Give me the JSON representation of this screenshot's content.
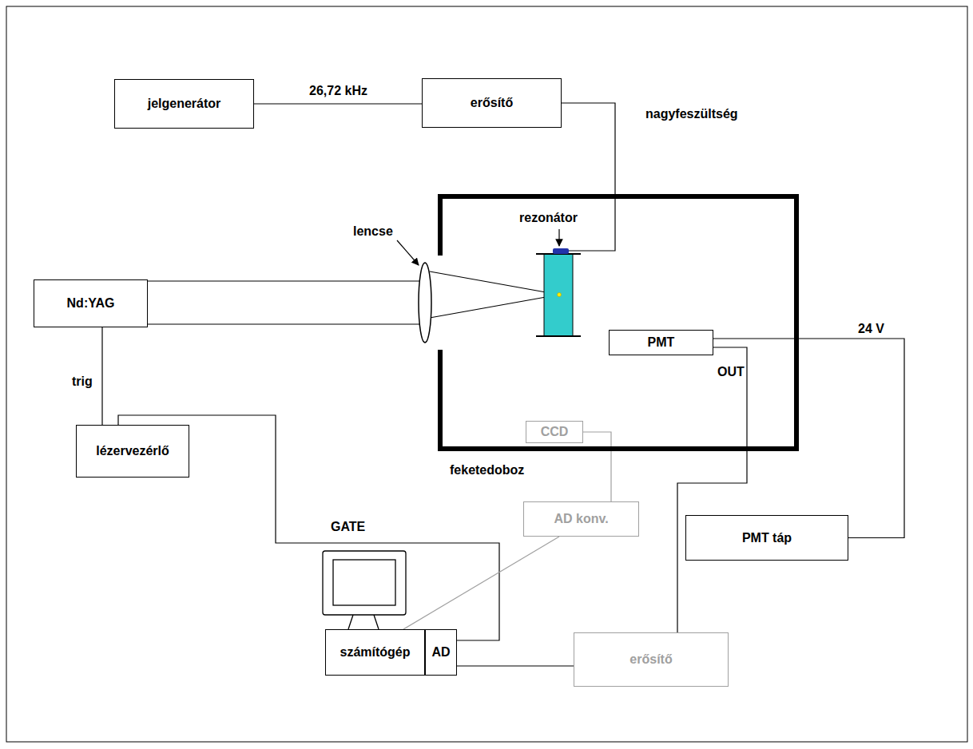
{
  "diagram": {
    "nodes": [
      {
        "text": [
          "jelgenerátor"
        ]
      },
      {
        "text": [
          "erősítő"
        ]
      },
      {
        "text": [
          "feketedoboz"
        ]
      },
      {
        "text": [
          "PMT"
        ],
        "in": 2
      },
      {
        "text": [
          "CCD"
        ],
        "in": 2
      },
      {
        "text": [
          "Nd:YAG"
        ]
      },
      {
        "text": [
          "lézervezérlő"
        ]
      },
      {
        "text": [
          "AD konv."
        ]
      },
      {
        "text": [
          "PMT táp"
        ]
      },
      {
        "text": [
          "számítógép"
        ]
      },
      {
        "text": [
          "AD"
        ]
      },
      {
        "text": [
          "erősítő"
        ]
      }
    ],
    "edges": [
      {
        "from": 0,
        "to": 1,
        "arrow": "none",
        "label": "26,72 kHz"
      },
      {
        "from": 5,
        "to": 6,
        "arrow": "none",
        "label": "trig"
      },
      {
        "from": 6,
        "to": 10,
        "arrow": "none",
        "label": "GATE"
      },
      {
        "from": 4,
        "to": 7,
        "arrow": "none"
      },
      {
        "from": 7,
        "to": 9,
        "arrow": "none"
      },
      {
        "from": 3,
        "to": 8,
        "arrow": "none",
        "label": "24 V"
      },
      {
        "from": 3,
        "to": 11,
        "arrow": "none",
        "label": "OUT"
      },
      {
        "from": 11,
        "to": 10,
        "arrow": "none"
      }
    ],
    "labels": [
      "nagyfeszültség",
      "lencse",
      "rezonátor"
    ]
  }
}
